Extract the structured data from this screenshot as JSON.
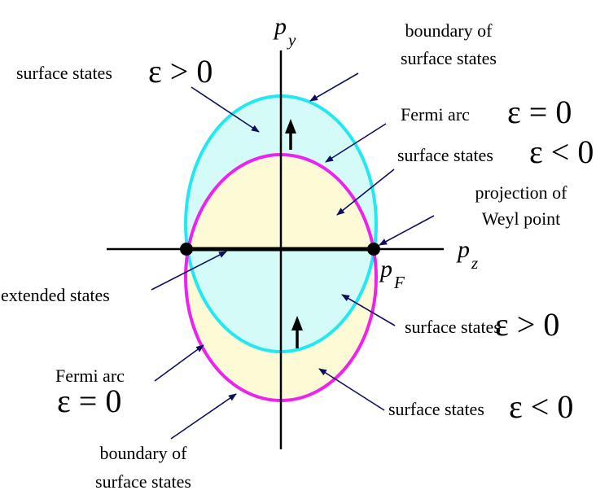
{
  "colors": {
    "cyan_fill": "#d4fbf7",
    "cyan_stroke": "#22e8f2",
    "yellow_fill": "#fdfbd6",
    "magenta_stroke": "#ee22ee",
    "ink": "#000000",
    "pointer": "#0d1060"
  },
  "axes": {
    "py": {
      "letter": "p",
      "sub": "y"
    },
    "pz": {
      "letter": "p",
      "sub": "z"
    },
    "pF": {
      "letter": "p",
      "sub": "F"
    }
  },
  "labels": {
    "boundary_top_1": "boundary of",
    "boundary_top_2": "surface states",
    "surface_pos_top_text": "surface states",
    "surface_pos_top_eps": "ε > 0",
    "fermi_arc_top_text": "Fermi arc",
    "fermi_arc_top_eps": "ε = 0",
    "surface_neg_top_text": "surface states",
    "surface_neg_top_eps": "ε < 0",
    "weyl_1": "projection of",
    "weyl_2": "Weyl point",
    "extended": "extended states",
    "surface_pos_bot_text": "surface states",
    "surface_pos_bot_eps": "ε > 0",
    "fermi_arc_bot_text": "Fermi arc",
    "fermi_arc_bot_eps": "ε = 0",
    "surface_neg_bot_text": "surface states",
    "surface_neg_bot_eps": "ε < 0",
    "boundary_bot_1": "boundary of",
    "boundary_bot_2": "surface states"
  }
}
